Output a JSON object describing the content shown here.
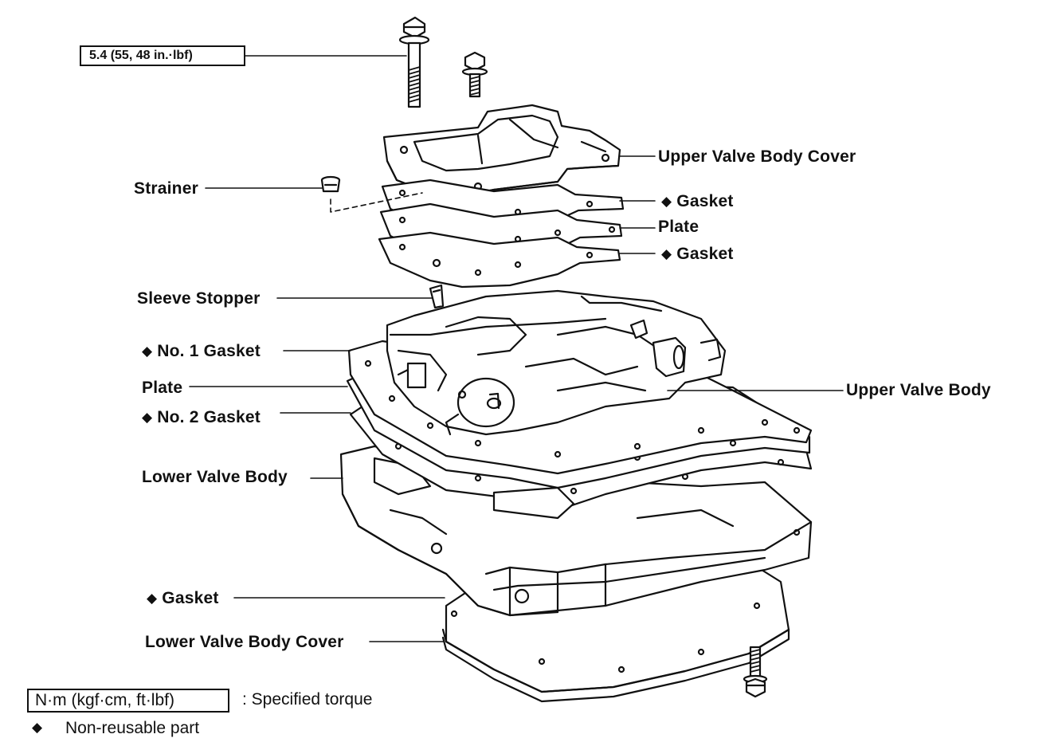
{
  "torque_spec": "5.4 (55, 48 in.·lbf)",
  "parts": [
    {
      "id": "upper-valve-body-cover",
      "label": "Upper Valve Body Cover",
      "nonreusable": false
    },
    {
      "id": "gasket-1",
      "label": "Gasket",
      "nonreusable": true
    },
    {
      "id": "plate-1",
      "label": "Plate",
      "nonreusable": false
    },
    {
      "id": "gasket-2",
      "label": "Gasket",
      "nonreusable": true
    },
    {
      "id": "strainer",
      "label": "Strainer",
      "nonreusable": false
    },
    {
      "id": "sleeve-stopper",
      "label": "Sleeve Stopper",
      "nonreusable": false
    },
    {
      "id": "no1-gasket",
      "label": "No. 1 Gasket",
      "nonreusable": true
    },
    {
      "id": "plate-2",
      "label": "Plate",
      "nonreusable": false
    },
    {
      "id": "no2-gasket",
      "label": "No. 2 Gasket",
      "nonreusable": true
    },
    {
      "id": "upper-valve-body",
      "label": "Upper Valve Body",
      "nonreusable": false
    },
    {
      "id": "lower-valve-body",
      "label": "Lower Valve Body",
      "nonreusable": false
    },
    {
      "id": "gasket-3",
      "label": "Gasket",
      "nonreusable": true
    },
    {
      "id": "lower-valve-body-cover",
      "label": "Lower Valve Body Cover",
      "nonreusable": false
    }
  ],
  "legend": {
    "torque_units": "N·m (kgf·cm, ft·lbf)",
    "torque_desc": ":  Specified torque",
    "nonreusable_symbol": "◆",
    "nonreusable_desc": "Non-reusable part"
  }
}
